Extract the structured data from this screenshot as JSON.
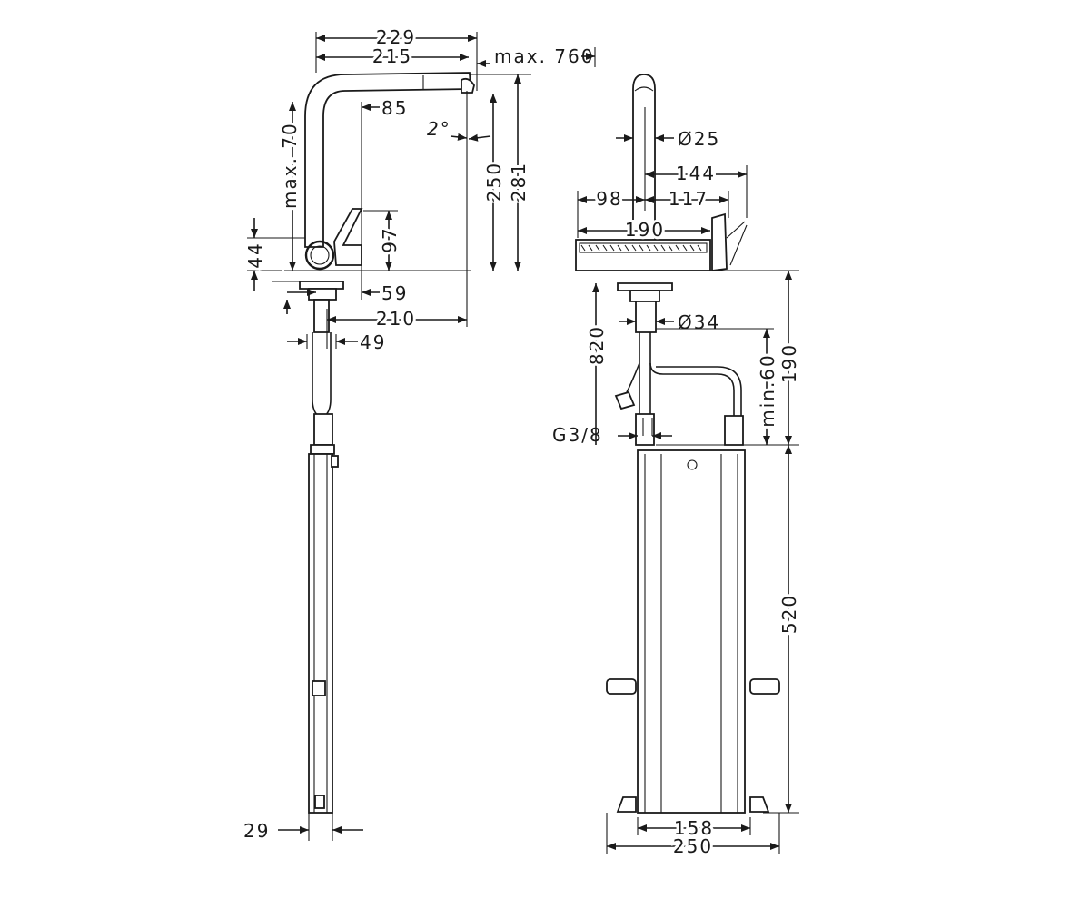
{
  "side_view": {
    "dim_229": "229",
    "dim_215": "215",
    "dim_max760": "max. 760",
    "dim_85": "85",
    "dim_2deg": "2°",
    "dim_max70": "max. 70",
    "dim_250": "250",
    "dim_281": "281",
    "dim_97": "97",
    "dim_44": "44",
    "dim_59": "59",
    "dim_210": "210",
    "dim_49": "49",
    "dim_29": "29"
  },
  "front_view": {
    "dim_d25": "Ø25",
    "dim_144": "144",
    "dim_98": "98",
    "dim_117": "117",
    "dim_190_top": "190",
    "dim_d34": "Ø34",
    "dim_820": "820",
    "dim_min60": "min.60",
    "dim_190_side": "190",
    "dim_g38": "G3/8",
    "dim_520": "520",
    "dim_158": "158",
    "dim_250_bottom": "250"
  }
}
